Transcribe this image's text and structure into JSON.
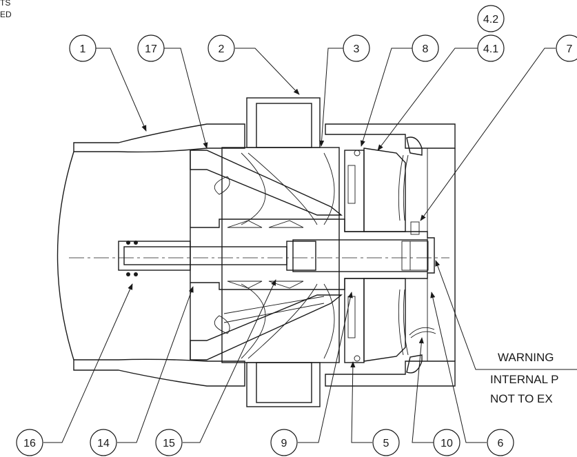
{
  "corner_text": [
    "TS",
    "ED"
  ],
  "warning_lines": [
    "WARNING",
    "INTERNAL P",
    "NOT TO EX"
  ],
  "balloons": [
    {
      "id": "1",
      "label": "1"
    },
    {
      "id": "17",
      "label": "17"
    },
    {
      "id": "2",
      "label": "2"
    },
    {
      "id": "3",
      "label": "3"
    },
    {
      "id": "8",
      "label": "8"
    },
    {
      "id": "4-2",
      "label": "4.2"
    },
    {
      "id": "4-1",
      "label": "4.1"
    },
    {
      "id": "7",
      "label": "7"
    },
    {
      "id": "16",
      "label": "16"
    },
    {
      "id": "14",
      "label": "14"
    },
    {
      "id": "15",
      "label": "15"
    },
    {
      "id": "9",
      "label": "9"
    },
    {
      "id": "5",
      "label": "5"
    },
    {
      "id": "10",
      "label": "10"
    },
    {
      "id": "6",
      "label": "6"
    }
  ]
}
